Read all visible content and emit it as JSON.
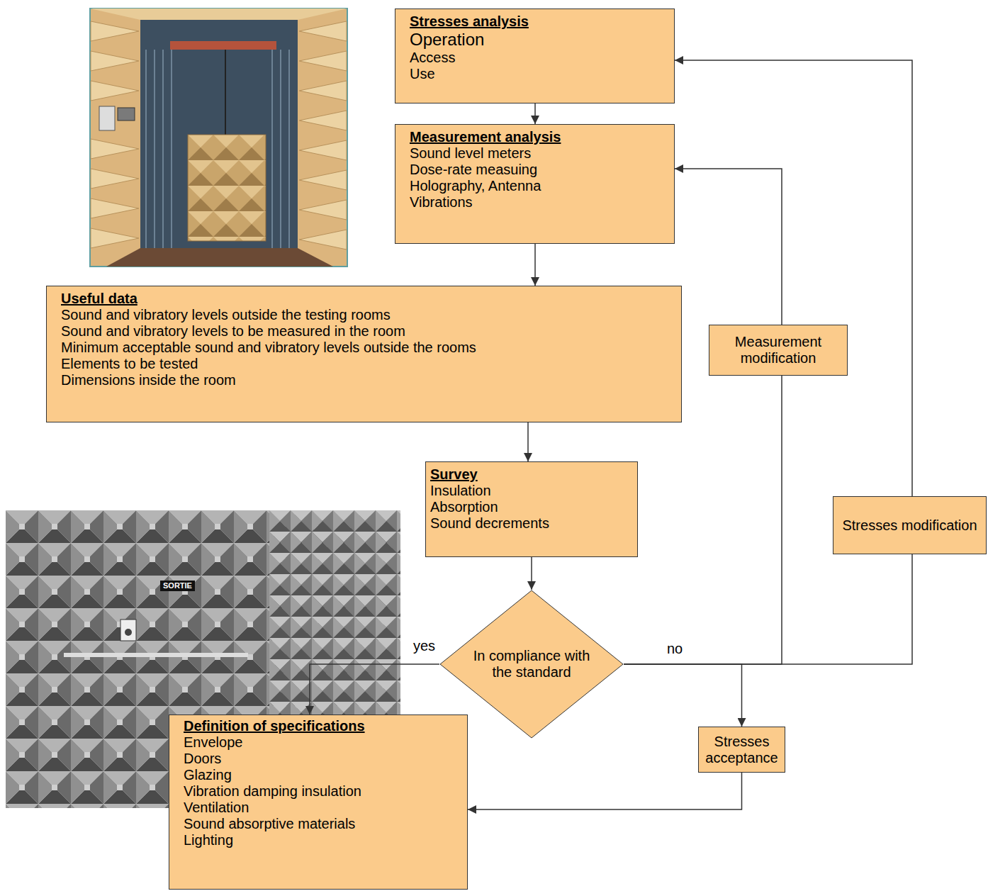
{
  "diagram": {
    "nodes": [
      {
        "text": [
          "Stresses analysis",
          "Operation",
          "Access",
          "Use"
        ]
      },
      {
        "text": [
          "Measurement analysis",
          "Sound level meters",
          "Dose-rate measuing",
          "Holography, Antenna",
          "Vibrations"
        ]
      },
      {
        "text": [
          "Useful data",
          "Sound and vibratory levels outside the testing rooms",
          "Sound and vibratory levels to be measured in the room",
          "Minimum acceptable sound and vibratory levels outside the rooms",
          "Elements to be tested",
          "Dimensions inside the room"
        ]
      },
      {
        "text": [
          "Measurement modification"
        ]
      },
      {
        "text": [
          "Survey",
          "Insulation",
          "Absorption",
          "Sound decrements"
        ]
      },
      {
        "text": [
          "Stresses modification"
        ]
      },
      {
        "text": [
          "In compliance with the standard"
        ]
      },
      {
        "text": [
          "Definition of specifications",
          "Envelope",
          "Doors",
          "Glazing",
          "Vibration damping insulation",
          "Ventilation",
          "Sound absorptive materials",
          "Lighting"
        ]
      },
      {
        "text": [
          "Stresses acceptance"
        ]
      }
    ],
    "edges": [
      {
        "from": 0,
        "to": 1,
        "arrow": "to"
      },
      {
        "from": 1,
        "to": 2,
        "arrow": "to"
      },
      {
        "from": 2,
        "to": 4,
        "arrow": "to"
      },
      {
        "from": 4,
        "to": 6,
        "arrow": "to"
      },
      {
        "from": 6,
        "to": 7,
        "arrow": "to",
        "label": "yes"
      },
      {
        "from": 6,
        "to": 3,
        "arrow": "none",
        "label": "no"
      },
      {
        "from": 3,
        "to": 1,
        "arrow": "to"
      },
      {
        "from": 6,
        "to": 5,
        "arrow": "none"
      },
      {
        "from": 5,
        "to": 0,
        "arrow": "to"
      },
      {
        "from": 6,
        "to": 8,
        "arrow": "to"
      },
      {
        "from": 8,
        "to": 7,
        "arrow": "to"
      }
    ],
    "labels": [
      "SORTIE"
    ]
  }
}
